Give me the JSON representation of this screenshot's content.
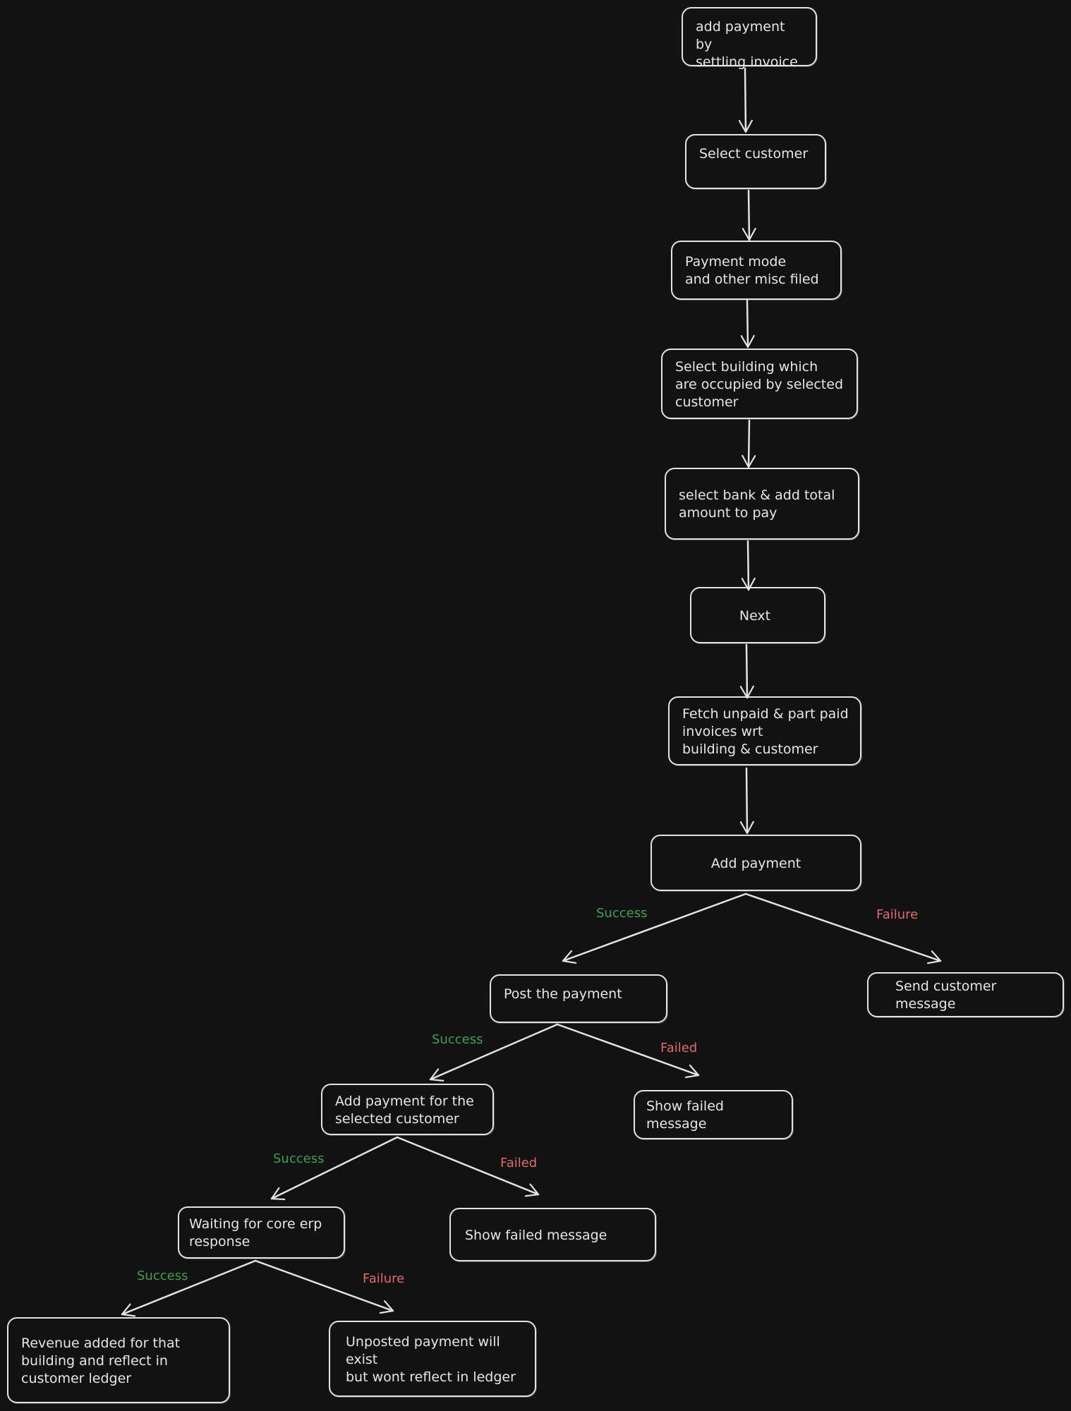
{
  "theme": {
    "background": "#121212",
    "stroke": "#e3e3e3",
    "text": "#e6e6e6",
    "success": "#3fa04f",
    "failure": "#e06a6a"
  },
  "nodes": {
    "start": "add payment by\nsettling invoice",
    "select_customer": "Select customer",
    "payment_mode": "Payment mode\nand other misc filed",
    "select_building": "Select building which\nare occupied by selected\ncustomer",
    "select_bank": "select bank & add total\namount to pay",
    "next": "Next",
    "fetch_invoices": "Fetch unpaid & part paid\n invoices wrt\nbuilding & customer",
    "add_payment": "Add payment",
    "send_message": "Send customer message",
    "post_payment": "Post the payment",
    "show_failed_1": "Show failed message",
    "add_payment_customer": "Add payment for the\nselected customer",
    "show_failed_2": "Show failed message",
    "waiting_erp": "Waiting for core erp\nresponse",
    "revenue_added": "Revenue added for that\nbuilding and reflect in\ncustomer ledger",
    "unposted_payment": "Unposted payment will exist\nbut wont reflect in ledger"
  },
  "labels": {
    "success_1": "Success",
    "failure_1": "Failure",
    "success_2": "Success",
    "failed_2": "Failed",
    "success_3": "Success",
    "failed_3": "Failed",
    "success_4": "Success",
    "failure_4": "Failure"
  }
}
